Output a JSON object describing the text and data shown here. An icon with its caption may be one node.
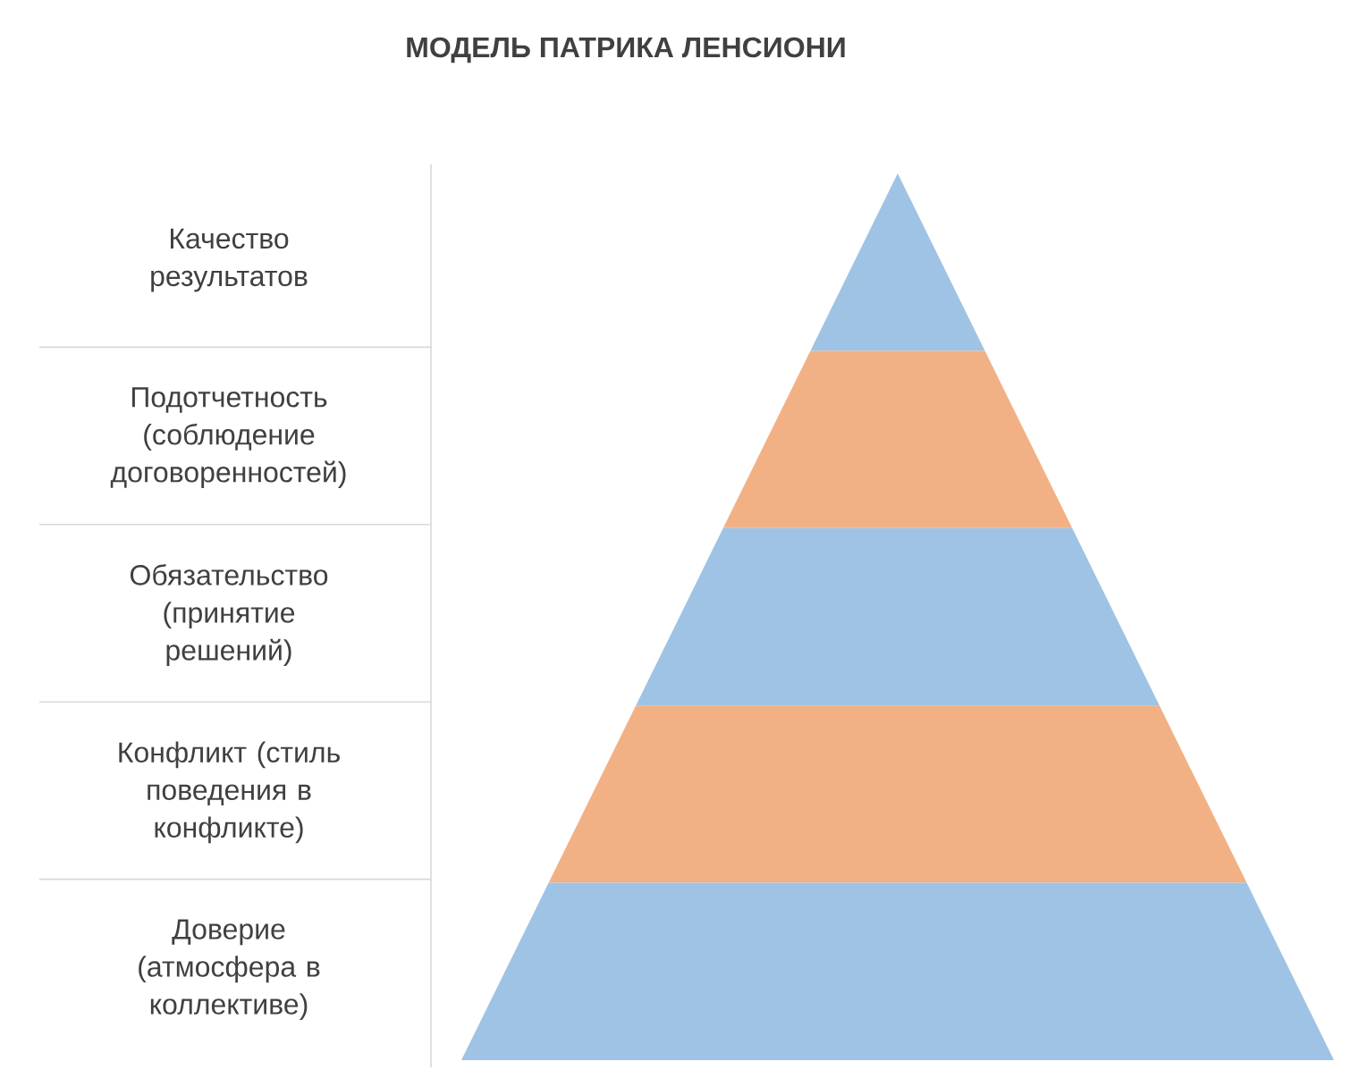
{
  "diagram": {
    "title": "МОДЕЛЬ ПАТРИКА ЛЕНСИОНИ",
    "nodes": [
      {
        "text": [],
        "shape": "triangle"
      },
      {
        "text": [],
        "shape": "band"
      },
      {
        "text": [],
        "shape": "band"
      },
      {
        "text": [],
        "shape": "band"
      },
      {
        "text": [],
        "shape": "band"
      }
    ],
    "labels": [
      "Качество результатов",
      "Подотчетность (соблюдение договоренностей)",
      "Обязательство (принятие решений)",
      "Конфликт (стиль поведения в конфликте)",
      "Доверие (атмосфера в коллективе)"
    ]
  }
}
